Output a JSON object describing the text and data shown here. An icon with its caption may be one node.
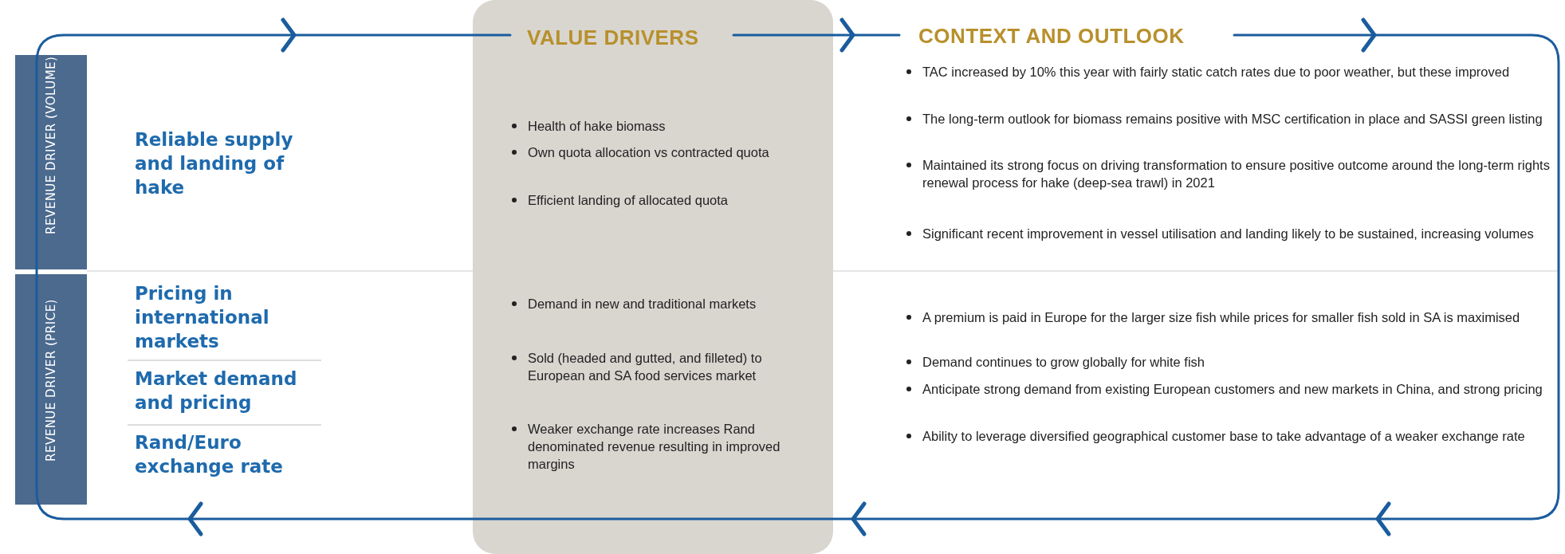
{
  "diagram": {
    "nodes": [
      {
        "text": [
          "REVENUE DRIVER (VOLUME)"
        ]
      },
      {
        "text": [
          "REVENUE DRIVER (PRICE)"
        ]
      },
      {
        "text": [
          "VALUE DRIVERS",
          "Health of hake biomass",
          "Own quota allocation vs contracted quota",
          "Efficient landing of allocated quota",
          "Demand in new and traditional markets",
          "Sold (headed and gutted, and filleted) to European and SA food services market",
          "Weaker exchange rate increases Rand denominated revenue resulting in improved margins"
        ]
      }
    ],
    "labels": [
      "CONTEXT AND OUTLOOK",
      "Reliable supply and landing of hake",
      "TAC increased by 10% this year with fairly static catch rates due to poor weather, but these improved",
      "The long-term outlook for biomass remains positive with MSC certification in place and SASSI green listing",
      "Maintained its strong focus on driving transformation to ensure positive outcome around the long-term rights renewal process for hake (deep-sea trawl) in 2021",
      "Significant recent improvement in vessel utilisation and landing likely to be sustained, increasing volumes",
      "Pricing in international markets",
      "Market demand and pricing",
      "Rand/Euro exchange rate",
      "A premium is paid in Europe for the larger size fish while prices for smaller fish sold in SA is maximised",
      "Demand continues to grow globally for white fish",
      "Anticipate strong demand from existing European customers and new markets in China, and strong pricing",
      "Ability to leverage diversified geographical customer base to take advantage of a weaker exchange rate"
    ]
  }
}
